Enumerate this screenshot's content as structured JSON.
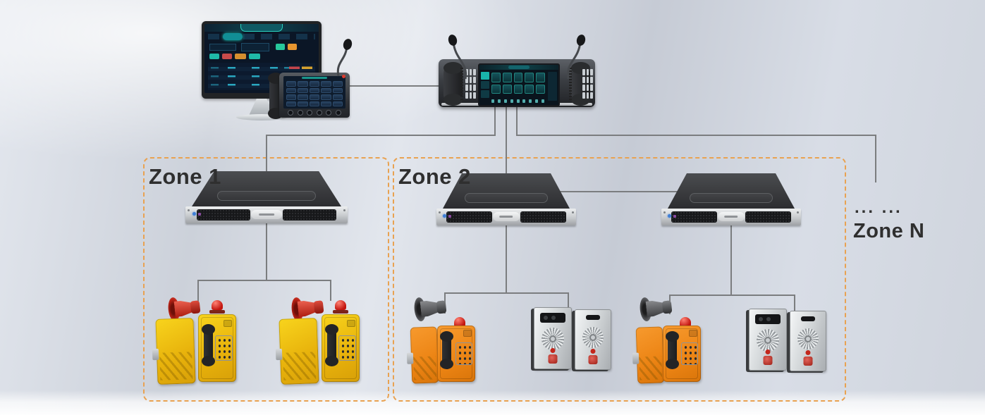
{
  "zones": {
    "zone1": {
      "label": "Zone 1"
    },
    "zone2": {
      "label": "Zone 2"
    },
    "zoneN": {
      "label": "Zone N",
      "ellipsis": "... ..."
    }
  },
  "devices": {
    "workstation": "dispatch-workstation-with-monitor-and-ip-phone",
    "console": "dual-handset-dispatch-console",
    "zone_amplifier": "1u-rack-zone-amplifier",
    "yellow_phone": "yellow-weatherproof-telephone-with-horn-and-beacon",
    "orange_phone": "orange-weatherproof-telephone-with-horn-and-beacon",
    "intercom": "stainless-steel-intercom-panel-pair"
  },
  "colors": {
    "zone_border": "#E9A251",
    "wire": "#7B7D7F",
    "label_text": "#2F2F2F",
    "alarm_red": "#C3271C",
    "phone_yellow": "#F2C411",
    "phone_orange": "#F08A1D",
    "screen_teal": "#2BD4C0",
    "screen_bg": "#0B1626"
  }
}
